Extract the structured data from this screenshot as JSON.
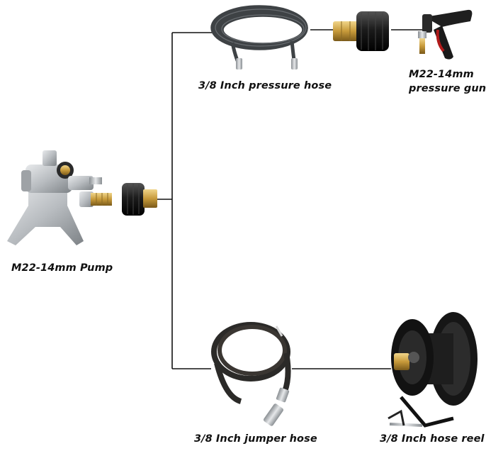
{
  "labels": {
    "pressure_hose": "3/8 Inch pressure hose",
    "pressure_gun_line1": "M22-14mm",
    "pressure_gun_line2": "pressure gun",
    "pump": "M22-14mm Pump",
    "jumper_hose": "3/8 Inch jumper hose",
    "hose_reel": "3/8 Inch hose reel"
  },
  "colors": {
    "line": "#111111",
    "brass": "#c79a3a",
    "black_rubber": "#1c1c1c",
    "hose_gray": "#4a4d50",
    "metal": "#b8bcc0"
  }
}
